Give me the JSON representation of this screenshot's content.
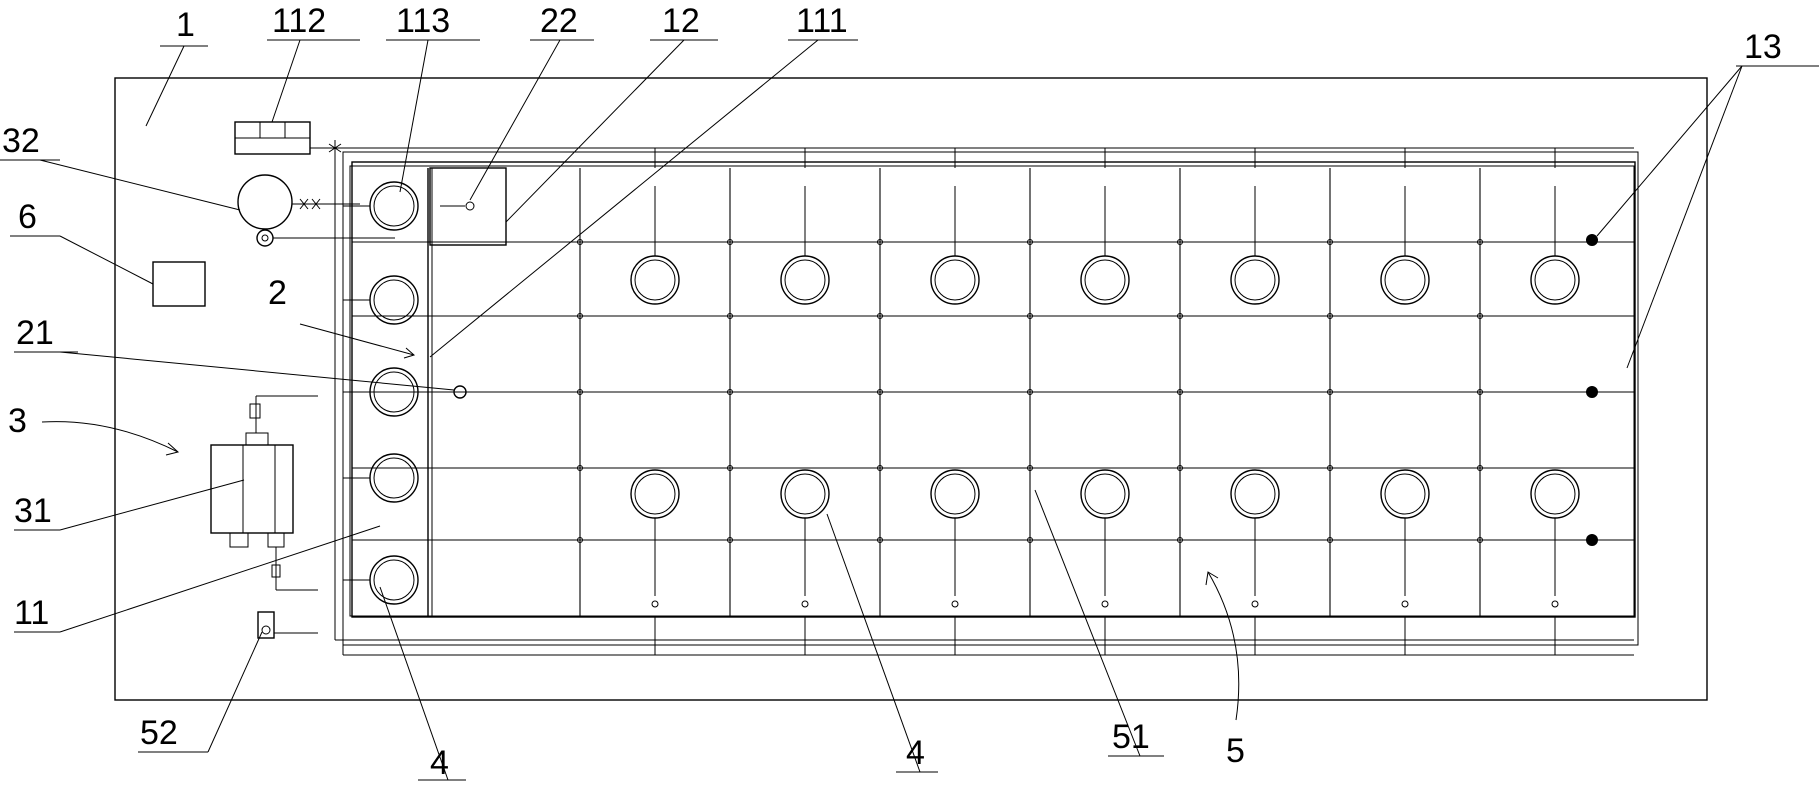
{
  "labels": {
    "n1": "1",
    "n112": "112",
    "n113": "113",
    "n22": "22",
    "n12": "12",
    "n111": "111",
    "n13": "13",
    "n32": "32",
    "n6": "6",
    "n2": "2",
    "n21": "21",
    "n3": "3",
    "n31": "31",
    "n11": "11",
    "n52": "52",
    "n4a": "4",
    "n4b": "4",
    "n51": "51",
    "n5": "5"
  }
}
